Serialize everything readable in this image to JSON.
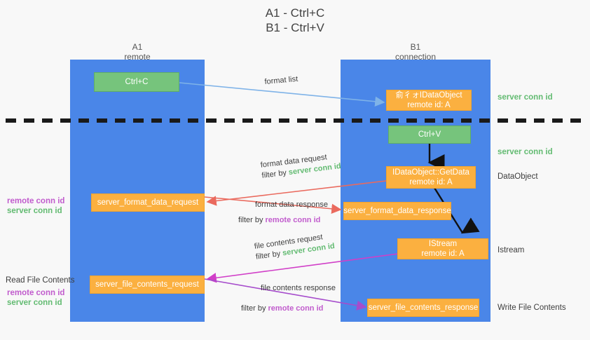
{
  "title": {
    "line1": "A1 - Ctrl+C",
    "line2": "B1 - Ctrl+V"
  },
  "columns": [
    {
      "name": "A1",
      "sub": "remote"
    },
    {
      "name": "B1",
      "sub": "connection"
    }
  ],
  "boxes": {
    "ctrl_c": {
      "line1": "Ctrl+C",
      "line2": ""
    },
    "ctrl_v": {
      "line1": "Ctrl+V",
      "line2": ""
    },
    "dataobject": {
      "line1": "俞彳ォIDataObject",
      "line2": "remote id: A"
    },
    "getdata": {
      "line1": "IDataObject::GetData",
      "line2": "remote id: A"
    },
    "istream": {
      "line1": "IStream",
      "line2": "remote id: A"
    },
    "fmt_req": {
      "line1": "server_format_data_request",
      "line2": ""
    },
    "fmt_resp": {
      "line1": "server_format_data_response",
      "line2": ""
    },
    "file_req": {
      "line1": "server_file_contents_request",
      "line2": ""
    },
    "file_resp": {
      "line1": "server_file_contents_response",
      "line2": ""
    }
  },
  "flows": {
    "format_list": {
      "text": "format list"
    },
    "fmt_data_request": {
      "text": "format data request",
      "filter_prefix": "filter by ",
      "filter_key": "server conn id"
    },
    "fmt_data_response": {
      "text": "format data response",
      "filter_prefix": "filter by ",
      "filter_key": "remote conn id"
    },
    "file_req_flow": {
      "text": "file contents request",
      "filter_prefix": "filter by ",
      "filter_key": "server conn id"
    },
    "file_resp_flow": {
      "text": "file contents response",
      "filter_prefix": "filter by ",
      "filter_key": "remote conn id"
    }
  },
  "side_labels": {
    "right_top": "server conn id",
    "right_second": "server conn id",
    "right_dataobj": "DataObject",
    "right_istream": "Istream",
    "right_write": "Write File Contents",
    "left_remote_1": "remote conn id",
    "left_server_1": "server conn id",
    "left_read": "Read File Contents",
    "left_remote_2": "remote conn id",
    "left_server_2": "server conn id"
  },
  "colors": {
    "lane": "#4a86e8",
    "green_box": "#76c47c",
    "orange_box": "#fbb040",
    "green_text": "#63bb72",
    "purple_text": "#c15ccd",
    "arrow_blue": "#7fb3e8",
    "arrow_red": "#ea6a5e",
    "arrow_magenta": "#d13fc8",
    "arrow_purple": "#a64ccc",
    "arrow_black": "#111111",
    "background": "#f8f8f8"
  }
}
